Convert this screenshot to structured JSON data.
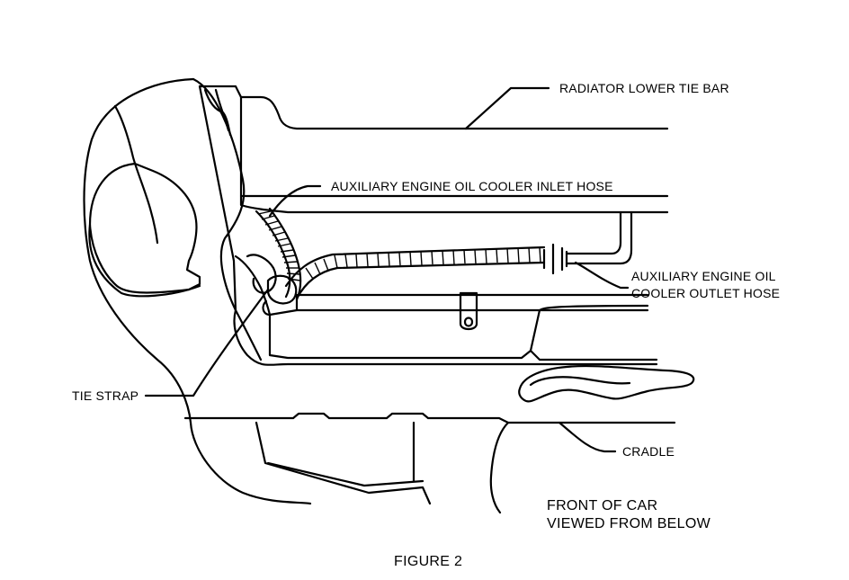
{
  "labels": {
    "radiator_lower_tie_bar": "RADIATOR LOWER TIE BAR",
    "inlet_hose": "AUXILIARY ENGINE OIL COOLER INLET HOSE",
    "outlet_hose_line1": "AUXILIARY ENGINE OIL",
    "outlet_hose_line2": "COOLER OUTLET HOSE",
    "tie_strap": "TIE STRAP",
    "cradle": "CRADLE"
  },
  "caption": {
    "line1": "FRONT OF CAR",
    "line2": "VIEWED FROM BELOW",
    "figure": "FIGURE 2"
  },
  "colors": {
    "ink": "#000000",
    "paper": "#ffffff"
  }
}
